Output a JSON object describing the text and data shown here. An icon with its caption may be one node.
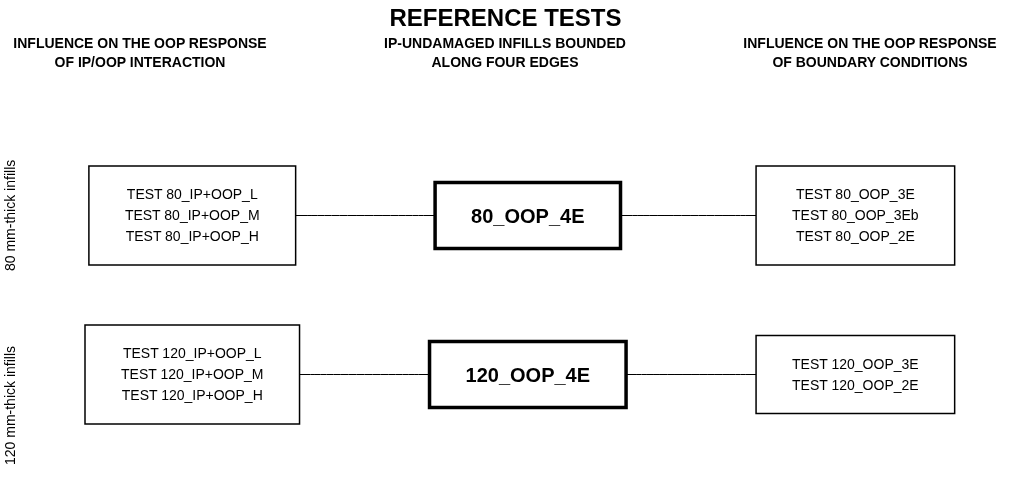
{
  "diagram": {
    "title": "REFERENCE TESTS",
    "nodes": [
      {
        "text": [
          "TEST 80_IP+OOP_L",
          "TEST 80_IP+OOP_M",
          "TEST 80_IP+OOP_H"
        ]
      },
      {
        "text": [
          "80_OOP_4E"
        ]
      },
      {
        "text": [
          "TEST 80_OOP_3E",
          "TEST 80_OOP_3Eb",
          "TEST 80_OOP_2E"
        ]
      },
      {
        "text": [
          "TEST 120_IP+OOP_L",
          "TEST 120_IP+OOP_M",
          "TEST 120_IP+OOP_H"
        ]
      },
      {
        "text": [
          "120_OOP_4E"
        ]
      },
      {
        "text": [
          "TEST 120_OOP_3E",
          "TEST 120_OOP_2E"
        ]
      }
    ],
    "edges": [
      {
        "from": 0,
        "to": 1,
        "arrow": "none"
      },
      {
        "from": 1,
        "to": 2,
        "arrow": "none"
      },
      {
        "from": 3,
        "to": 4,
        "arrow": "none"
      },
      {
        "from": 4,
        "to": 5,
        "arrow": "none"
      }
    ],
    "labels": [
      "INFLUENCE ON THE OOP RESPONSE OF IP/OOP INTERACTION",
      "IP-UNDAMAGED INFILLS BOUNDED ALONG FOUR EDGES",
      "INFLUENCE ON THE OOP RESPONSE OF BOUNDARY CONDITIONS",
      "80 mm-thick infills",
      "120 mm-thick infills"
    ]
  }
}
